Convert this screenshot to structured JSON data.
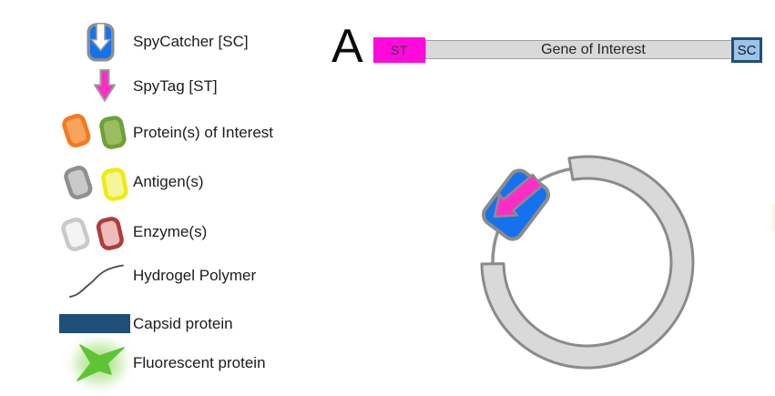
{
  "figure": {
    "panel_label": "A",
    "construct": {
      "spytag_label": "ST",
      "gene_label": "Gene of Interest",
      "spycatcher_label": "SC"
    },
    "legend_items": [
      {
        "icon": "spycatcher-icon",
        "label": "SpyCatcher [SC]"
      },
      {
        "icon": "spytag-arrow-icon",
        "label": "SpyTag [ST]"
      },
      {
        "icon": "protein-cylinders-icon",
        "label": "Protein(s) of Interest"
      },
      {
        "icon": "antigen-cylinders-icon",
        "label": "Antigen(s)"
      },
      {
        "icon": "enzyme-cylinders-icon",
        "label": "Enzyme(s)"
      },
      {
        "icon": "hydrogel-polymer-curve-icon",
        "label": "Hydrogel Polymer"
      },
      {
        "icon": "capsid-protein-swatch",
        "label": "Capsid protein"
      },
      {
        "icon": "fluorescent-protein-star-icon",
        "label": "Fluorescent protein"
      }
    ],
    "colors": {
      "spycatcher_blue": "#1572EE",
      "spytag_magenta": "#FF2DC6",
      "st_box_magenta": "#FF0ADC",
      "sc_box_fill": "#9DC3E6",
      "sc_box_border": "#1F4E79",
      "capsid_navy": "#1F4E79",
      "gene_bar_gray": "#D9D9D9",
      "ring_band_gray": "#D9D9D9",
      "ring_border_gray": "#8A8A8A",
      "protein_orange": "#F5791D",
      "protein_green": "#6FA036",
      "antigen_gray": "#8F8F8F",
      "antigen_yellow": "#EFEB0F",
      "enzyme_white": "#C9C9C9",
      "enzyme_red": "#AF3C3C",
      "fluorescent_green": "#5FC434"
    }
  }
}
